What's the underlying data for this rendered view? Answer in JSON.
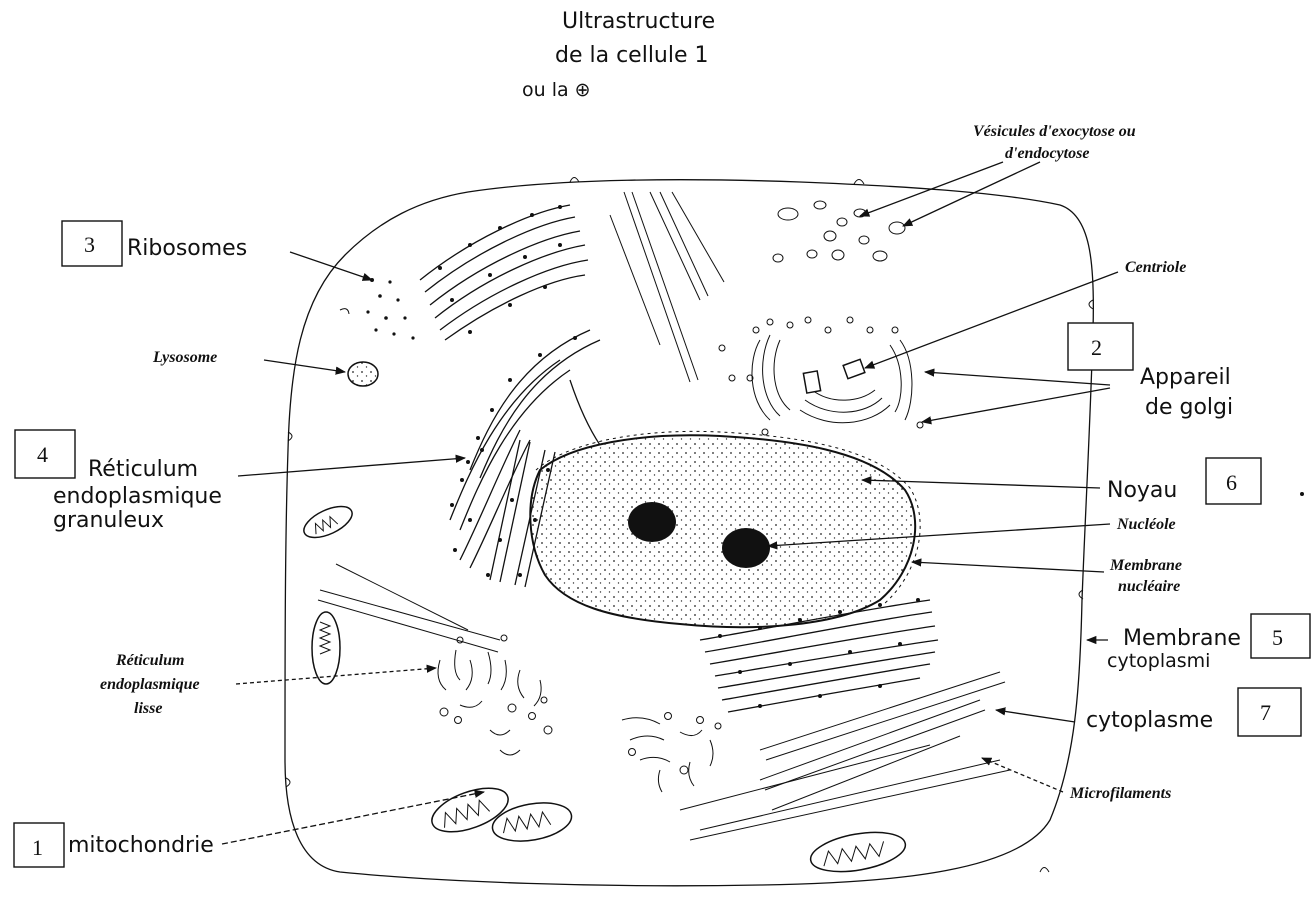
{
  "title": {
    "line1": "Ultrastructure",
    "line2": "de la cellule 1",
    "line3": "ou la ⊕"
  },
  "labels": {
    "vesicules": {
      "line1": "Vésicules d'exocytose ou",
      "line2": "d'endocytose"
    },
    "centriole": "Centriole",
    "ribosomes": {
      "number": "3",
      "text": "Ribosomes"
    },
    "golgi": {
      "number": "2",
      "line1": "Appareil",
      "line2": "de golgi"
    },
    "lysosome": "Lysosome",
    "reg": {
      "number": "4",
      "line1": "Réticulum",
      "line2": "endoplasmique",
      "line3": "granuleux"
    },
    "noyau": {
      "number": "6",
      "text": "Noyau"
    },
    "nucleole": "Nucléole",
    "membrane_nucleaire": {
      "line1": "Membrane",
      "line2": "nucléaire"
    },
    "membrane_cyto": {
      "number": "5",
      "line1": "Membrane",
      "line2": "cytoplasmi"
    },
    "rel": {
      "line1": "Réticulum",
      "line2": "endoplasmique",
      "line3": "lisse"
    },
    "cytoplasme": {
      "number": "7",
      "text": "cytoplasme"
    },
    "microfilaments": "Microfilaments",
    "mitochondrie": {
      "number": "1",
      "text": "mitochondrie"
    }
  }
}
